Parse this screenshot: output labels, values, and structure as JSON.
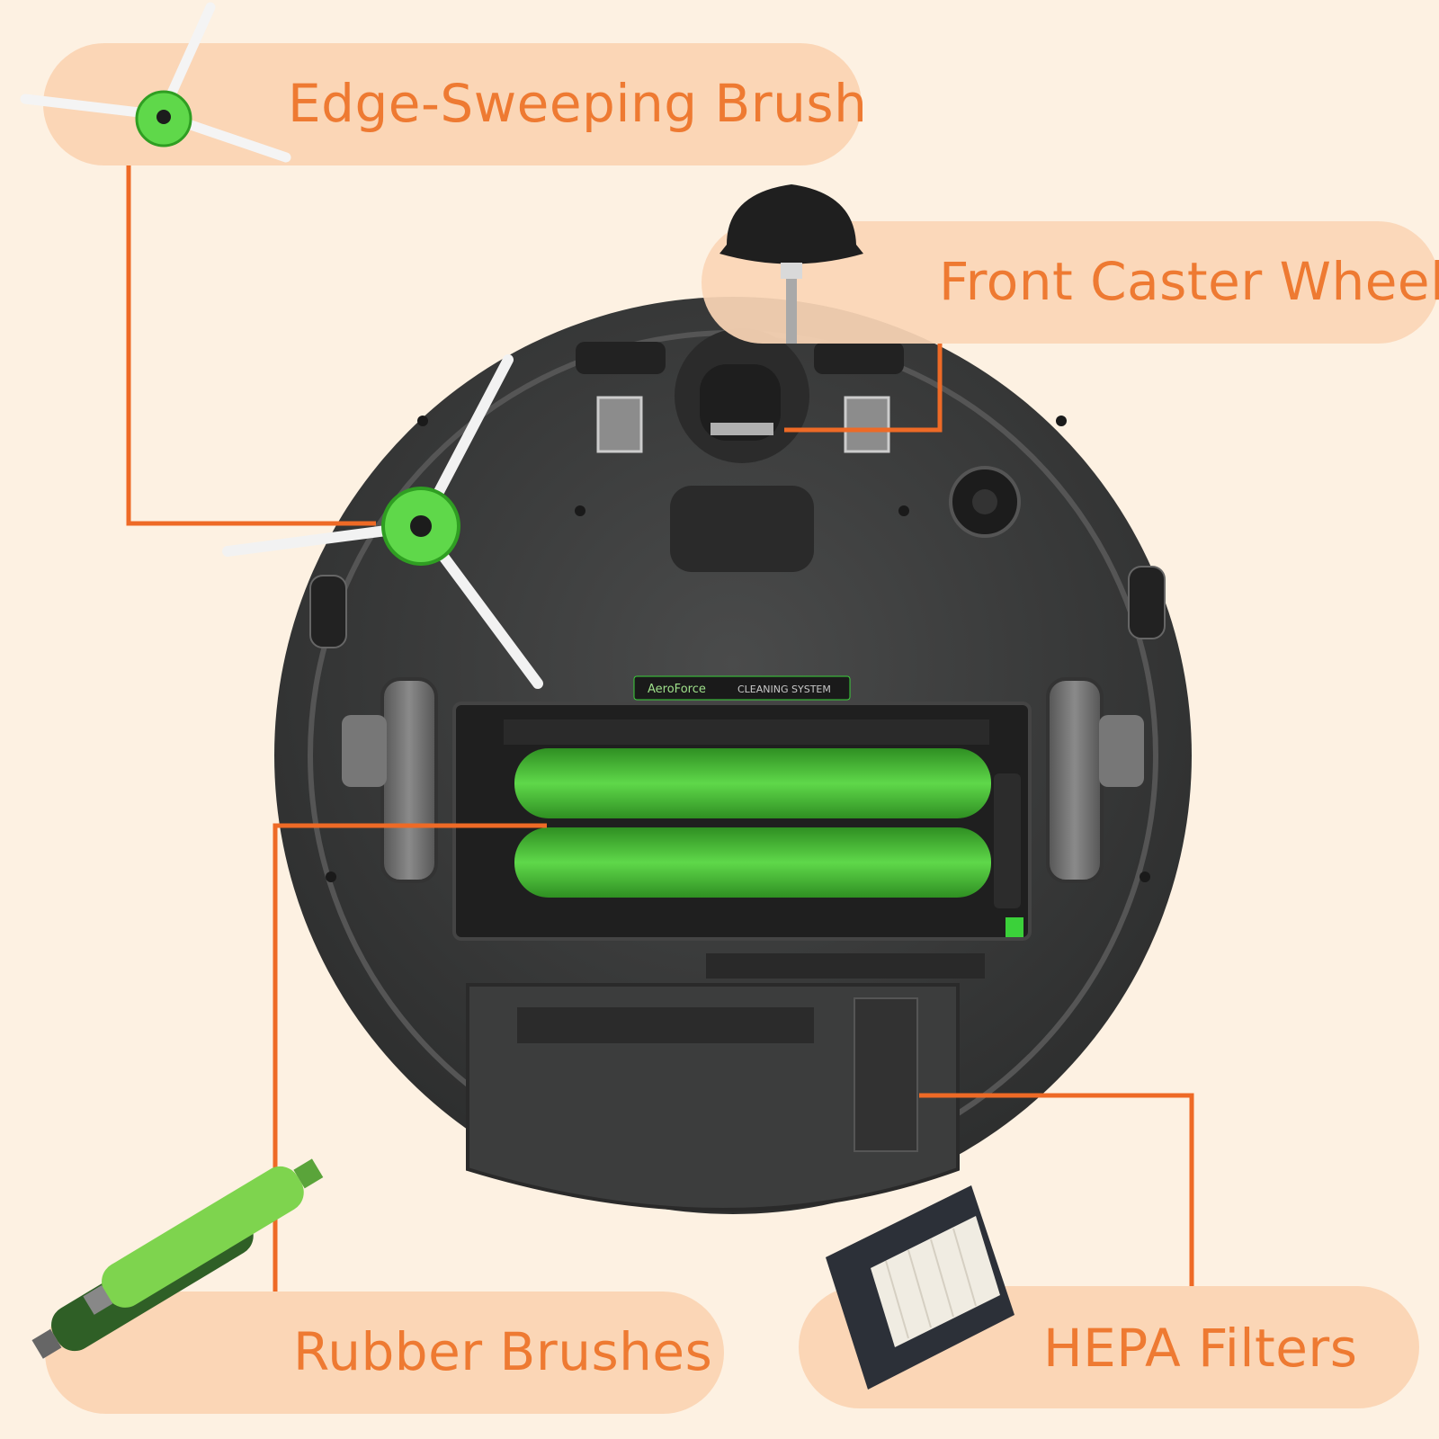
{
  "labels": {
    "edge_brush": "Edge-Sweeping Brush",
    "caster_wheel": "Front Caster Wheel",
    "rubber_brushes": "Rubber Brushes",
    "hepa_filters": "HEPA Filters"
  },
  "badge": {
    "brand": "AeroForce",
    "system": "CLEANING SYSTEM"
  },
  "colors": {
    "background": "#fdf1e2",
    "pill": "#fbd6b6",
    "accent": "#ee7a32",
    "robot_body": "#3a3b3b",
    "brush_green": "#4fc43a"
  }
}
